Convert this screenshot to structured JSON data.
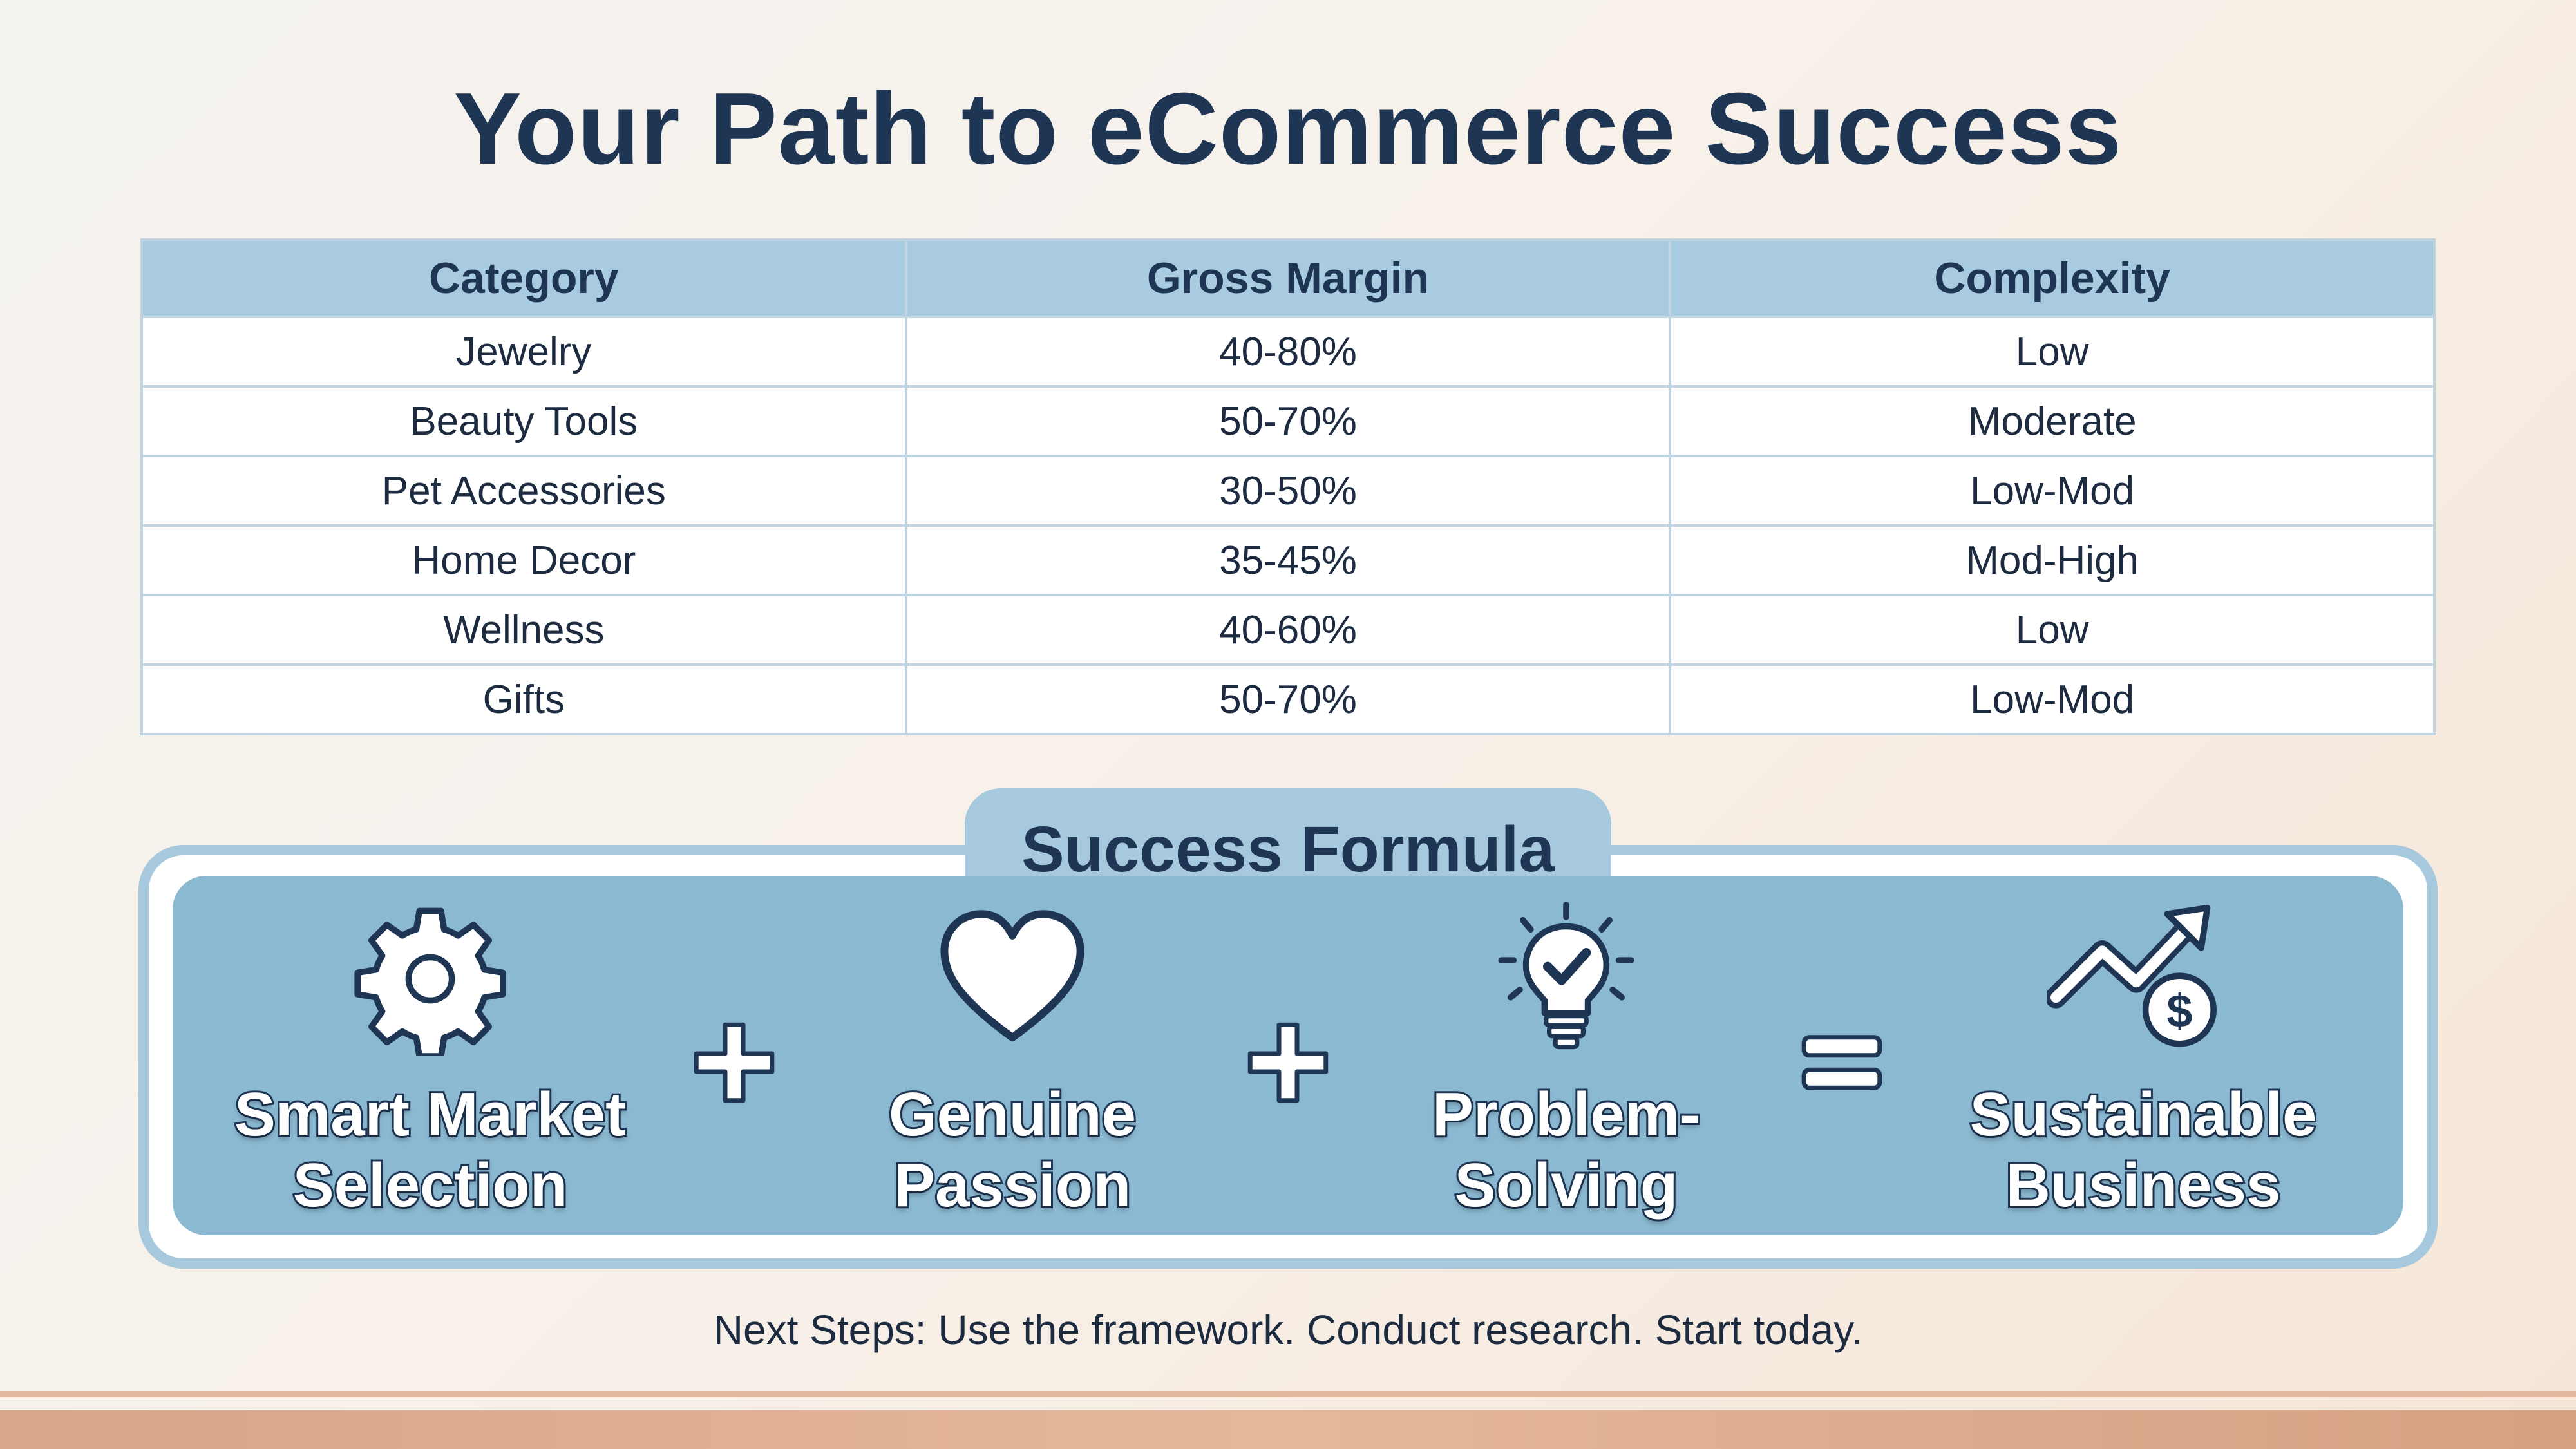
{
  "title": "Your Path to eCommerce Success",
  "table": {
    "headers": [
      "Category",
      "Gross Margin",
      "Complexity"
    ],
    "rows": [
      [
        "Jewelry",
        "40-80%",
        "Low"
      ],
      [
        "Beauty Tools",
        "50-70%",
        "Moderate"
      ],
      [
        "Pet Accessories",
        "30-50%",
        "Low-Mod"
      ],
      [
        "Home Decor",
        "35-45%",
        "Mod-High"
      ],
      [
        "Wellness",
        "40-60%",
        "Low"
      ],
      [
        "Gifts",
        "50-70%",
        "Low-Mod"
      ]
    ]
  },
  "formula": {
    "title": "Success Formula",
    "items": [
      {
        "icon": "gear-icon",
        "line1": "Smart Market",
        "line2": "Selection"
      },
      {
        "icon": "heart-icon",
        "line1": "Genuine",
        "line2": "Passion"
      },
      {
        "icon": "lightbulb-check-icon",
        "line1": "Problem-",
        "line2": "Solving"
      },
      {
        "icon": "growth-dollar-icon",
        "line1": "Sustainable",
        "line2": "Business"
      }
    ],
    "operators": [
      "+",
      "+",
      "="
    ]
  },
  "next_steps": "Next Steps: Use the framework. Conduct research. Start today.",
  "colors": {
    "navy": "#1e3654",
    "header_blue": "#a8cbe0",
    "panel_blue": "#8bb9d2",
    "accent_peach": "#d8a688"
  }
}
